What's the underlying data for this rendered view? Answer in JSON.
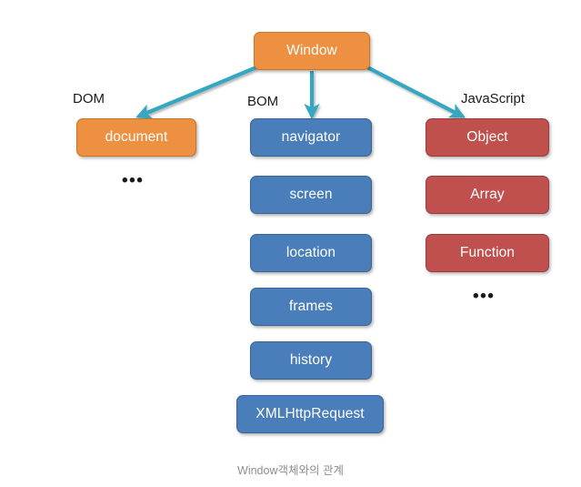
{
  "diagram": {
    "caption": "Window객체와의 관계",
    "root": {
      "label": "Window",
      "color": "#ED9041"
    },
    "columns": [
      {
        "label": "DOM",
        "color": "#ED9041",
        "items": [
          {
            "label": "document"
          }
        ],
        "ellipsis": "•••"
      },
      {
        "label": "BOM",
        "color": "#4A7EBB",
        "items": [
          {
            "label": "navigator"
          },
          {
            "label": "screen"
          },
          {
            "label": "location"
          },
          {
            "label": "frames"
          },
          {
            "label": "history"
          },
          {
            "label": "XMLHttpRequest"
          }
        ],
        "ellipsis": ""
      },
      {
        "label": "JavaScript",
        "color": "#C0504D",
        "items": [
          {
            "label": "Object"
          },
          {
            "label": "Array"
          },
          {
            "label": "Function"
          }
        ],
        "ellipsis": "•••"
      }
    ],
    "arrow_color": "#34A7C1"
  }
}
